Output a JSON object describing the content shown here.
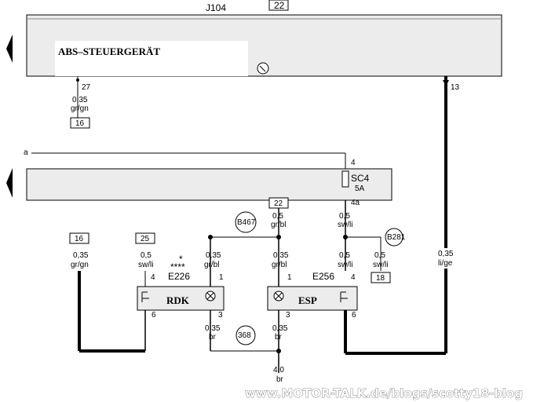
{
  "header": {
    "j104": "J104",
    "ref_top": "22"
  },
  "abs": {
    "label": "ABS–STEUERGERÄT"
  },
  "left_wire": {
    "pin": "27",
    "gauge": "0,35",
    "color": "gr/gn",
    "ref": "16"
  },
  "right_wire": {
    "pin": "13",
    "gauge": "0,35",
    "color": "li/ge"
  },
  "bus": {
    "a": "a",
    "pin4": "4",
    "fuse": "SC4",
    "fuse_amp": "5A",
    "pin4a": "4a"
  },
  "rdk_switch": {
    "ref16": "16",
    "ref25": "25",
    "w1_gauge": "0,35",
    "w1_color": "gr/gn",
    "w2_gauge": "0,5",
    "w2_color": "sw/li",
    "stars": "****",
    "star": "*",
    "code": "E226",
    "pin4": "4",
    "pin1": "1",
    "pin6": "6",
    "pin3": "3",
    "label": "RDK",
    "w3_gauge": "0,35",
    "w3_color": "gr/bl",
    "w4_gauge": "0,35",
    "w4_color": "br"
  },
  "esp_switch": {
    "code": "E256",
    "label": "ESP",
    "pin1": "1",
    "pin4": "4",
    "pin3": "3",
    "pin6": "6",
    "w1_gauge": "0,35",
    "w1_color": "gr/bl",
    "w2_gauge": "0,5",
    "w2_color": "sw/li",
    "w3_gauge": "0,35",
    "w3_color": "br"
  },
  "middle": {
    "ref22": "22",
    "b467": "B467",
    "gauge": "0,5",
    "color": "gr/bl"
  },
  "right_branch": {
    "gauge": "0,5",
    "color": "sw/li",
    "b281": "B281",
    "br_gauge": "0,5",
    "br_color": "sw/li",
    "ref18": "18"
  },
  "ground": {
    "ref368": "368",
    "gauge": "4,0",
    "color": "br"
  },
  "watermark": "www.MOTOR-TALK.de/blogs/scotty18-blog"
}
